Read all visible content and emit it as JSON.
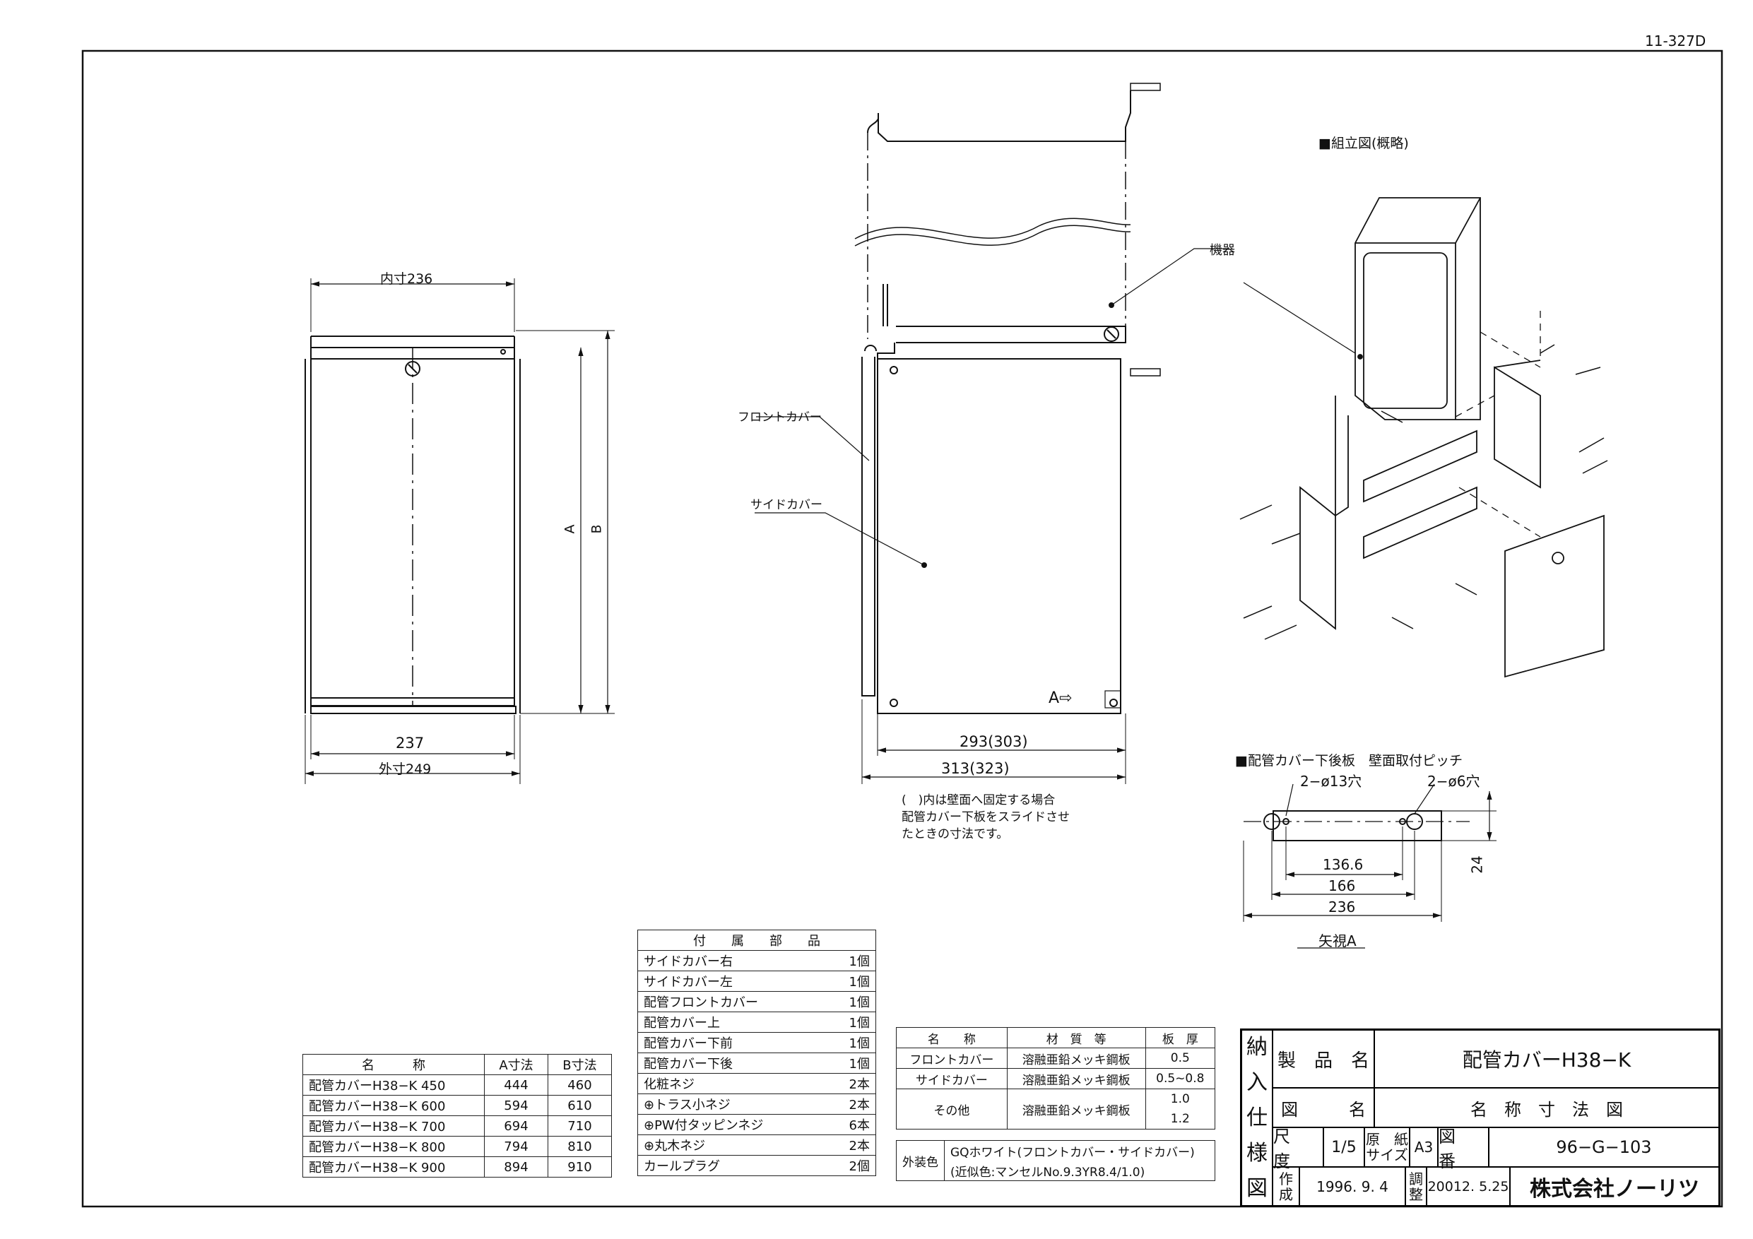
{
  "drawing_number": "11-327D",
  "front_view": {
    "inner_width": "内寸236",
    "width_237": "237",
    "outer_width": "外寸249",
    "dim_a": "A",
    "dim_b": "B"
  },
  "side_view": {
    "front_cover_label": "フロントカバー",
    "side_cover_label": "サイドカバー",
    "width_293": "293(303)",
    "width_313": "313(323)",
    "view_a_marker": "A⇨",
    "note_lines": [
      "(　)内は壁面へ固定する場合",
      "配管カバー下板をスライドさせ",
      "たときの寸法です。"
    ]
  },
  "assembly": {
    "heading": "■組立図(概略)",
    "device_label": "機器"
  },
  "pitch_detail": {
    "heading": "■配管カバー下後板　壁面取付ピッチ",
    "hole_13": "2−ø13穴",
    "hole_6": "2−ø6穴",
    "d_136": "136.6",
    "d_166": "166",
    "d_236": "236",
    "d_24": "24",
    "view_label": "矢視A"
  },
  "models_table": {
    "headers": [
      "名　　　称",
      "A寸法",
      "B寸法"
    ],
    "rows": [
      [
        "配管カバーH38−K 450",
        "444",
        "460"
      ],
      [
        "配管カバーH38−K 600",
        "594",
        "610"
      ],
      [
        "配管カバーH38−K 700",
        "694",
        "710"
      ],
      [
        "配管カバーH38−K 800",
        "794",
        "810"
      ],
      [
        "配管カバーH38−K 900",
        "894",
        "910"
      ]
    ]
  },
  "parts_table": {
    "header": "付　　属　　部　　品",
    "rows": [
      [
        "サイドカバー右",
        "1個"
      ],
      [
        "サイドカバー左",
        "1個"
      ],
      [
        "配管フロントカバー",
        "1個"
      ],
      [
        "配管カバー上",
        "1個"
      ],
      [
        "配管カバー下前",
        "1個"
      ],
      [
        "配管カバー下後",
        "1個"
      ],
      [
        "化粧ネジ",
        "2本"
      ],
      [
        "⊕トラス小ネジ",
        "2本"
      ],
      [
        "⊕PW付タッピンネジ",
        "6本"
      ],
      [
        "⊕丸木ネジ",
        "2本"
      ],
      [
        "カールプラグ",
        "2個"
      ]
    ]
  },
  "material_table": {
    "headers": [
      "名　　称",
      "材　質　等",
      "板　厚"
    ],
    "rows": [
      [
        "フロントカバー",
        "溶融亜鉛メッキ鋼板",
        "0.5"
      ],
      [
        "サイドカバー",
        "溶融亜鉛メッキ鋼板",
        "0.5~0.8"
      ],
      [
        "その他",
        "溶融亜鉛メッキ鋼板",
        "1.0"
      ],
      [
        "",
        "",
        "1.2"
      ]
    ]
  },
  "color_table": {
    "label": "外装色",
    "line1": "GQホワイト(フロントカバー・サイドカバー)",
    "line2": "(近似色:マンセルNo.9.3YR8.4/1.0)"
  },
  "title_block": {
    "side_label": [
      "納",
      "入",
      "仕",
      "様",
      "図"
    ],
    "product_name_label": "製　品　名",
    "product_name": "配管カバーH38−K",
    "drawing_name_label": "図　　　名",
    "drawing_name": "名　称　寸　法　図",
    "scale_label": "尺　度",
    "scale": "1/5",
    "paper_label": "原　紙\nサイズ",
    "paper": "A3",
    "number_label": "図　番",
    "number": "96−G−103",
    "created_label": "作\n成",
    "created": "1996. 9. 4",
    "adjusted_label": "調\n整",
    "adjusted": "20012. 5.25",
    "company": "株式会社ノーリツ"
  }
}
